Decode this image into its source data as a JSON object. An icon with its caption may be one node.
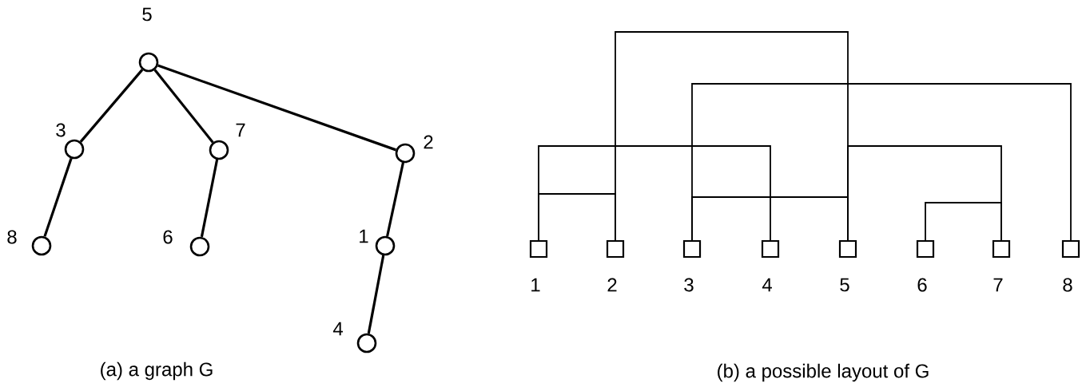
{
  "diagram": {
    "nodes": [
      {
        "text": [
          "5"
        ]
      },
      {
        "text": [
          "3"
        ]
      },
      {
        "text": [
          "7"
        ]
      },
      {
        "text": [
          "2"
        ]
      },
      {
        "text": [
          "8"
        ]
      },
      {
        "text": [
          "6"
        ]
      },
      {
        "text": [
          "1"
        ]
      },
      {
        "text": [
          "4"
        ]
      },
      {
        "text": [
          "1"
        ]
      },
      {
        "text": [
          "2"
        ]
      },
      {
        "text": [
          "3"
        ]
      },
      {
        "text": [
          "4"
        ]
      },
      {
        "text": [
          "5"
        ]
      },
      {
        "text": [
          "6"
        ]
      },
      {
        "text": [
          "7"
        ]
      },
      {
        "text": [
          "8"
        ]
      }
    ],
    "edges": [
      {
        "from": 0,
        "to": 1,
        "arrow": "none"
      },
      {
        "from": 0,
        "to": 2,
        "arrow": "none"
      },
      {
        "from": 0,
        "to": 3,
        "arrow": "none"
      },
      {
        "from": 1,
        "to": 4,
        "arrow": "none"
      },
      {
        "from": 2,
        "to": 5,
        "arrow": "none"
      },
      {
        "from": 3,
        "to": 6,
        "arrow": "none"
      },
      {
        "from": 6,
        "to": 7,
        "arrow": "none"
      },
      {
        "from": 9,
        "to": 12,
        "arrow": "none"
      },
      {
        "from": 10,
        "to": 15,
        "arrow": "none"
      },
      {
        "from": 8,
        "to": 11,
        "arrow": "none"
      },
      {
        "from": 12,
        "to": 14,
        "arrow": "none"
      },
      {
        "from": 8,
        "to": 9,
        "arrow": "none"
      },
      {
        "from": 10,
        "to": 12,
        "arrow": "none"
      },
      {
        "from": 13,
        "to": 14,
        "arrow": "none"
      }
    ],
    "labels": [
      "(a) a graph G",
      "(b) a possible layout of G"
    ]
  }
}
